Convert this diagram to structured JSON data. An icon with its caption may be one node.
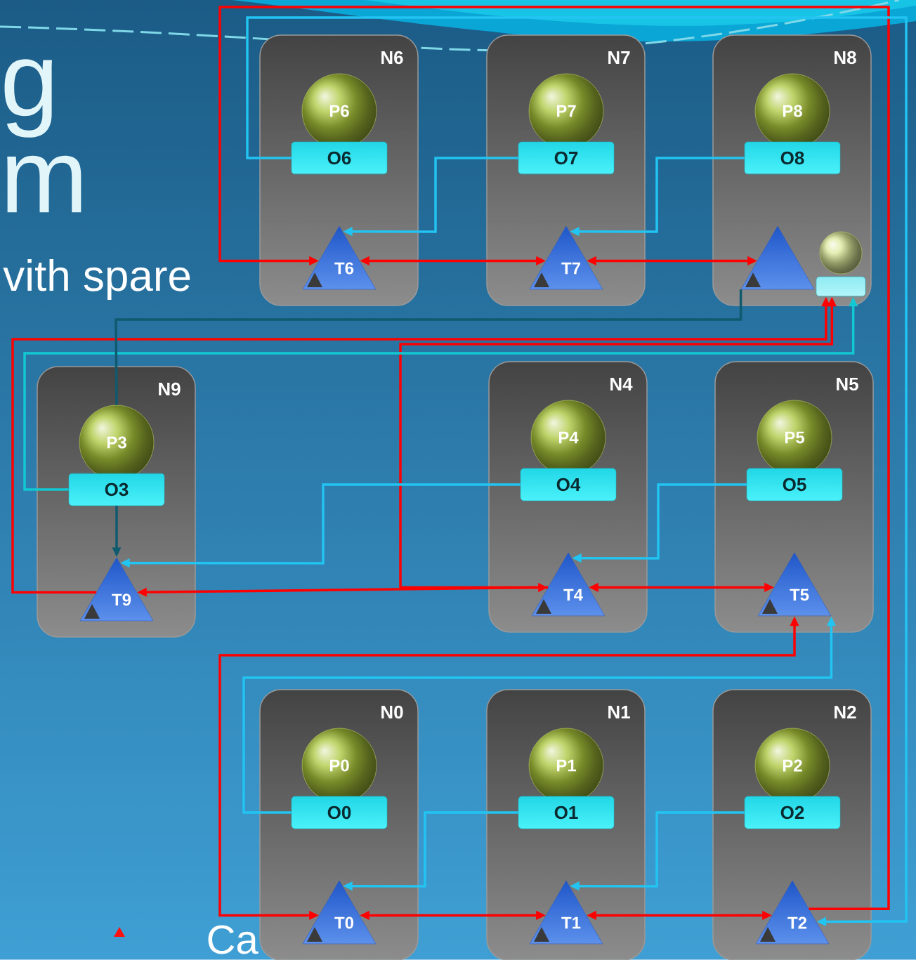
{
  "diagram": {
    "nodes": [
      {
        "text": [
          "N6"
        ]
      },
      {
        "text": [
          "P6"
        ],
        "in": 0
      },
      {
        "text": [
          "O6"
        ],
        "in": 0
      },
      {
        "text": [
          "T6"
        ],
        "in": 0
      },
      {
        "text": [
          "N7"
        ]
      },
      {
        "text": [
          "P7"
        ],
        "in": 4
      },
      {
        "text": [
          "O7"
        ],
        "in": 4
      },
      {
        "text": [
          "T7"
        ],
        "in": 4
      },
      {
        "text": [
          "N8"
        ]
      },
      {
        "text": [
          "P8"
        ],
        "in": 8
      },
      {
        "text": [
          "O8"
        ],
        "in": 8
      },
      {
        "text": [],
        "shape": "triangle",
        "in": 8
      },
      {
        "text": [],
        "shape": "circle",
        "in": 8
      },
      {
        "text": [],
        "shape": "bar",
        "in": 8
      },
      {
        "text": [
          "N9"
        ]
      },
      {
        "text": [
          "P3"
        ],
        "in": 14
      },
      {
        "text": [
          "O3"
        ],
        "in": 14
      },
      {
        "text": [
          "T9"
        ],
        "in": 14
      },
      {
        "text": [
          "N4"
        ]
      },
      {
        "text": [
          "P4"
        ],
        "in": 18
      },
      {
        "text": [
          "O4"
        ],
        "in": 18
      },
      {
        "text": [
          "T4"
        ],
        "in": 18
      },
      {
        "text": [
          "N5"
        ]
      },
      {
        "text": [
          "P5"
        ],
        "in": 22
      },
      {
        "text": [
          "O5"
        ],
        "in": 22
      },
      {
        "text": [
          "T5"
        ],
        "in": 22
      },
      {
        "text": [
          "N0"
        ]
      },
      {
        "text": [
          "P0"
        ],
        "in": 26
      },
      {
        "text": [
          "O0"
        ],
        "in": 26
      },
      {
        "text": [
          "T0"
        ],
        "in": 26
      },
      {
        "text": [
          "N1"
        ]
      },
      {
        "text": [
          "P1"
        ],
        "in": 30
      },
      {
        "text": [
          "O1"
        ],
        "in": 30
      },
      {
        "text": [
          "T1"
        ],
        "in": 30
      },
      {
        "text": [
          "N2"
        ]
      },
      {
        "text": [
          "P2"
        ],
        "in": 34
      },
      {
        "text": [
          "O2"
        ],
        "in": 34
      },
      {
        "text": [
          "T2"
        ],
        "in": 34
      }
    ],
    "edges": [
      {
        "from": 7,
        "to": 3,
        "arrow": "both"
      },
      {
        "from": 11,
        "to": 7,
        "arrow": "both"
      },
      {
        "from": 33,
        "to": 29,
        "arrow": "both"
      },
      {
        "from": 37,
        "to": 33,
        "arrow": "both"
      },
      {
        "from": 25,
        "to": 21,
        "arrow": "both"
      },
      {
        "from": 21,
        "to": 17,
        "arrow": "both"
      },
      {
        "from": 29,
        "to": 25,
        "arrow": "both"
      },
      {
        "from": 37,
        "to": 3,
        "arrow": "to"
      },
      {
        "from": 17,
        "to": 13,
        "arrow": "to"
      },
      {
        "from": 21,
        "to": 13,
        "arrow": "to"
      },
      {
        "from": 6,
        "to": 3,
        "arrow": "to",
        "color": "#22c4f2"
      },
      {
        "from": 10,
        "to": 7,
        "arrow": "to",
        "color": "#22c4f2"
      },
      {
        "from": 2,
        "to": 37,
        "arrow": "to",
        "color": "#22c4f2"
      },
      {
        "from": 32,
        "to": 29,
        "arrow": "to",
        "color": "#22c4f2"
      },
      {
        "from": 36,
        "to": 33,
        "arrow": "to",
        "color": "#22c4f2"
      },
      {
        "from": 28,
        "to": 25,
        "arrow": "to",
        "color": "#22c4f2"
      },
      {
        "from": 20,
        "to": 17,
        "arrow": "to",
        "color": "#22c4f2"
      },
      {
        "from": 24,
        "to": 21,
        "arrow": "to",
        "color": "#22c4f2"
      },
      {
        "from": 16,
        "to": 13,
        "arrow": "to",
        "color": "#12c8d2"
      },
      {
        "from": 11,
        "to": 15,
        "arrow": "none",
        "color": "#0f5a6e"
      },
      {
        "from": 16,
        "to": 17,
        "arrow": "to",
        "color": "#0f5a6e"
      }
    ],
    "labels": [
      "g",
      "m",
      "vith spare",
      "Ca"
    ]
  }
}
